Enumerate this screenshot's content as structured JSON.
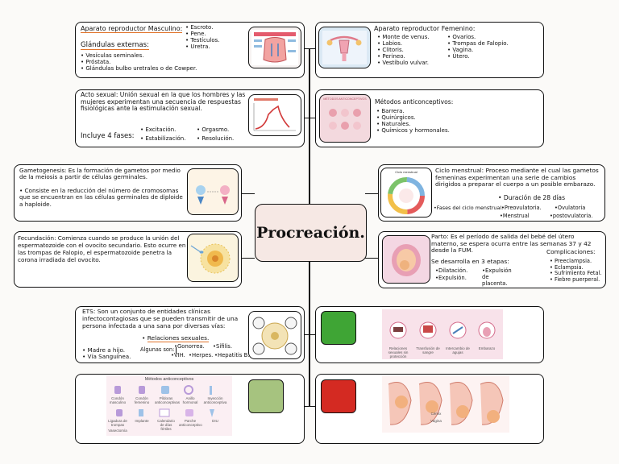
{
  "title": "Procreación.",
  "male": {
    "heading": "Aparato reproductor Masculino:",
    "items": [
      "Escroto.",
      "Pene.",
      "Testículos.",
      "Uretra."
    ],
    "glands_heading": "Glándulas externas:",
    "glands": [
      "Vesículas seminales.",
      "Próstata.",
      "Glándulas bulbo uretrales o de Cowper."
    ]
  },
  "female": {
    "heading": "Aparato reproductor Femenino:",
    "col1": [
      "Monte de venus.",
      "Labios.",
      "Clitoris.",
      "Perineo.",
      "Vestíbulo vulvar."
    ],
    "col2": [
      "Ovarios.",
      "Trompas de Falopio.",
      "Vagina.",
      "Útero."
    ]
  },
  "sexual": {
    "text": "Acto sexual: Unión sexual en la que los hombres y las mujeres experimentan una secuencia de respuestas fisiológicas ante la estimulación sexual.",
    "includes": "Incluye 4 fases:",
    "phases_a": [
      "Excitación.",
      "Estabilización."
    ],
    "phases_b": [
      "Orgasmo.",
      "Resolución."
    ]
  },
  "contraceptive": {
    "heading": "Métodos anticonceptivos:",
    "items": [
      "Barrera.",
      "Quirúrgicos.",
      "Naturales.",
      "Químicos y hormonales."
    ],
    "img_title": "MÉTODOS ANTICONCEPTIVOS"
  },
  "gametogenesis": {
    "text": "Gametogenesis: Es la formación de gametos por medio de la meiosis a partir de células germinales.",
    "text2": "Consiste en la reducción del número de cromosomas que se encuentran en las células germinales de diploide a haploide."
  },
  "cycle": {
    "text": "Ciclo menstrual: Proceso mediante el cual las gametos femeninas experimentan una serie de cambios dirigidos a preparar el cuerpo a un posible embarazo.",
    "duration": "Duración de 28 días",
    "phases_label": "Fases del ciclo menstrual:",
    "phases": [
      "Preovulatoria.",
      "Ovulatoria",
      "Menstrual",
      "postovulatoria."
    ],
    "img_title": "Ciclo menstrual"
  },
  "fertilization": {
    "text": "Fecundación: Comienza cuando se produce la unión del espermatozoide con el ovocito secundario. Esto ocurre en las trompas de Falopio, el espermatozoide penetra la corona irradiada del ovocito."
  },
  "birth": {
    "text": "Parto: Es el período de salida del bebé del útero materno, se espera ocurra entre las semanas 37 y 42 desde la FUM.",
    "stages_label": "Se desarrolla en 3 etapas:",
    "stages": [
      "Dilatación.",
      "Expulsión.",
      "Expulsión de placenta."
    ],
    "complications_label": "Complicaciones:",
    "complications": [
      "Preeclampsia.",
      "Eclampsia.",
      "Sufrimiento Fetal.",
      "Fiebre puerperal."
    ]
  },
  "ets": {
    "text": "ETS: Son un conjunto de entidades clínicas infectocontagiosas que se pueden transmitir de una persona infectada a una sana por diversas vías:",
    "routes": [
      "Relaciones sexuales.",
      "Madre a hijo.",
      "Vía Sanguínea."
    ],
    "some_label": "Algunas son:",
    "some": [
      "Gonorrea.",
      "Sífilis.",
      "VIH.",
      "Herpes.",
      "Hepatitis B."
    ]
  },
  "transmission_captions": [
    "Relaciones sexuales sin protección",
    "Transfusión de sangre",
    "Intercambio de agujas",
    "Embarazo"
  ],
  "methods_panel": {
    "title": "Métodos anticonceptivos",
    "items": [
      "Condón masculino",
      "Condón femenino",
      "Píldoras anticonceptivas",
      "Anillo hormonal",
      "Inyección anticonceptiva",
      "Ligadura de trompas",
      "Implante",
      "Calendario de días fértiles",
      "Parche anticonceptivo",
      "DIU",
      "Vasectomía"
    ]
  },
  "birth_panel_labels": [
    "Cérvix",
    "Vagina"
  ],
  "colors": {
    "green": "#3fa535",
    "sage": "#a6c37f",
    "red": "#d42a22",
    "accent": "#e0732a",
    "center": "#f6e8e4"
  }
}
